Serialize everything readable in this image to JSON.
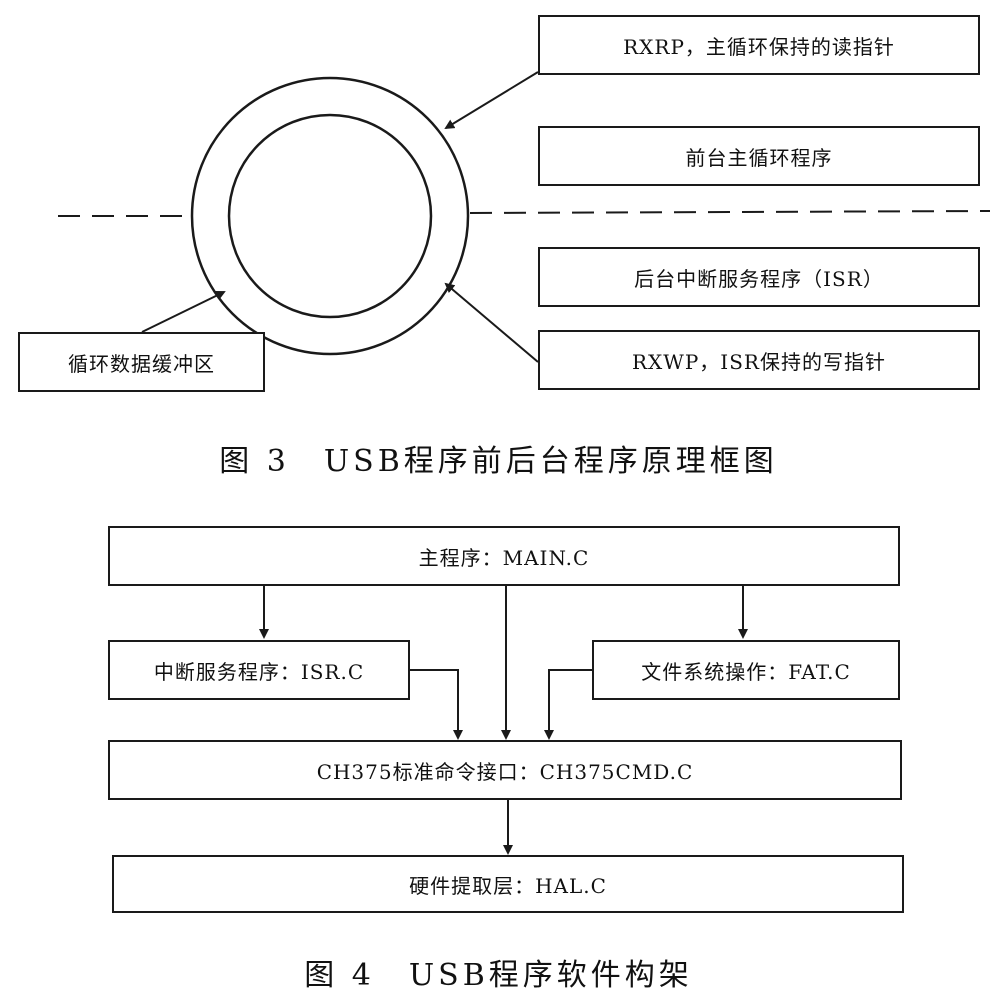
{
  "fig3": {
    "boxes": {
      "read_pointer": "RXRP，主循环保持的读指针",
      "foreground": "前台主循环程序",
      "background": "后台中断服务程序（ISR）",
      "write_pointer": "RXWP，ISR保持的写指针",
      "buffer": "循环数据缓冲区"
    },
    "caption": "图 3　USB程序前后台程序原理框图"
  },
  "fig4": {
    "boxes": {
      "main": "主程序：MAIN.C",
      "isr": "中断服务程序：ISR.C",
      "fat": "文件系统操作：FAT.C",
      "cmd": "CH375标准命令接口：CH375CMD.C",
      "hal": "硬件提取层：HAL.C"
    },
    "caption": "图 4　USB程序软件构架"
  },
  "colors": {
    "ink": "#1a1a1a",
    "background": "#ffffff"
  }
}
